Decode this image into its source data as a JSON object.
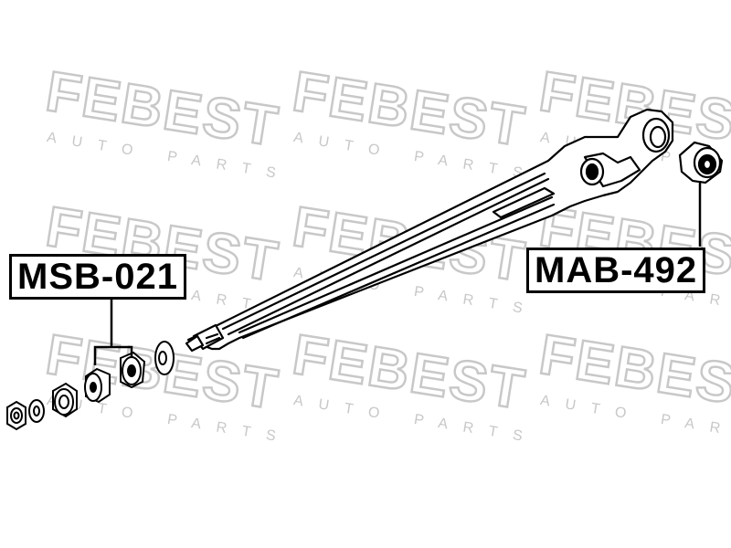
{
  "watermark": {
    "logo_text": "FEBEST",
    "tagline": "AUTO PARTS",
    "color": "#c8c8c8"
  },
  "labels": {
    "left_part": "MSB-021",
    "right_part": "MAB-492"
  },
  "colors": {
    "line": "#000000",
    "background": "#ffffff"
  }
}
